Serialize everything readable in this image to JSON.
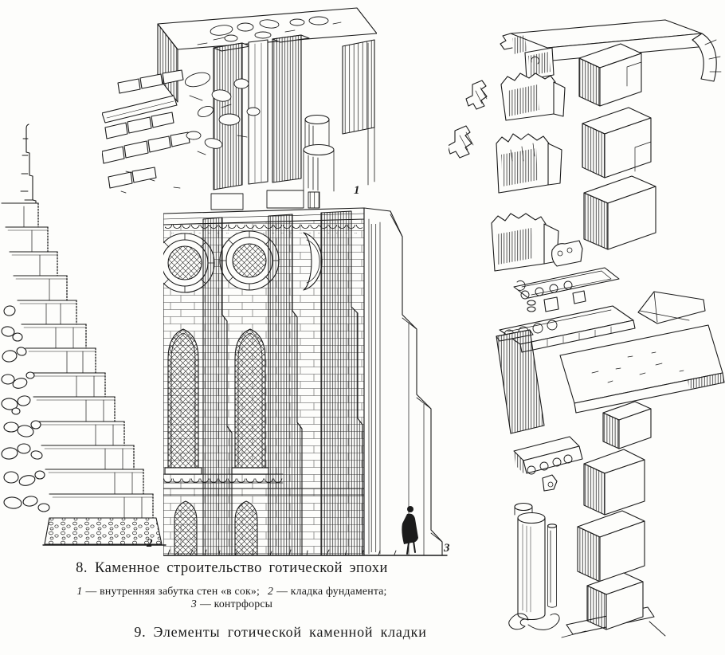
{
  "page": {
    "paper_color": "#fdfdfb",
    "ink_color": "#1a1a1a"
  },
  "figure8": {
    "number": "8.",
    "title": "Каменное строительство готической эпохи",
    "legend": [
      {
        "n": "1",
        "text": "— внутренняя забутка стен «в сок»;"
      },
      {
        "n": "2",
        "text": "— кладка фундамента;"
      },
      {
        "n": "3",
        "text": "— контрфорсы"
      }
    ],
    "markers": {
      "core": "1",
      "foundation": "2",
      "buttresses": "3"
    }
  },
  "figure9": {
    "number": "9.",
    "title": "Элементы готической каменной кладки"
  }
}
